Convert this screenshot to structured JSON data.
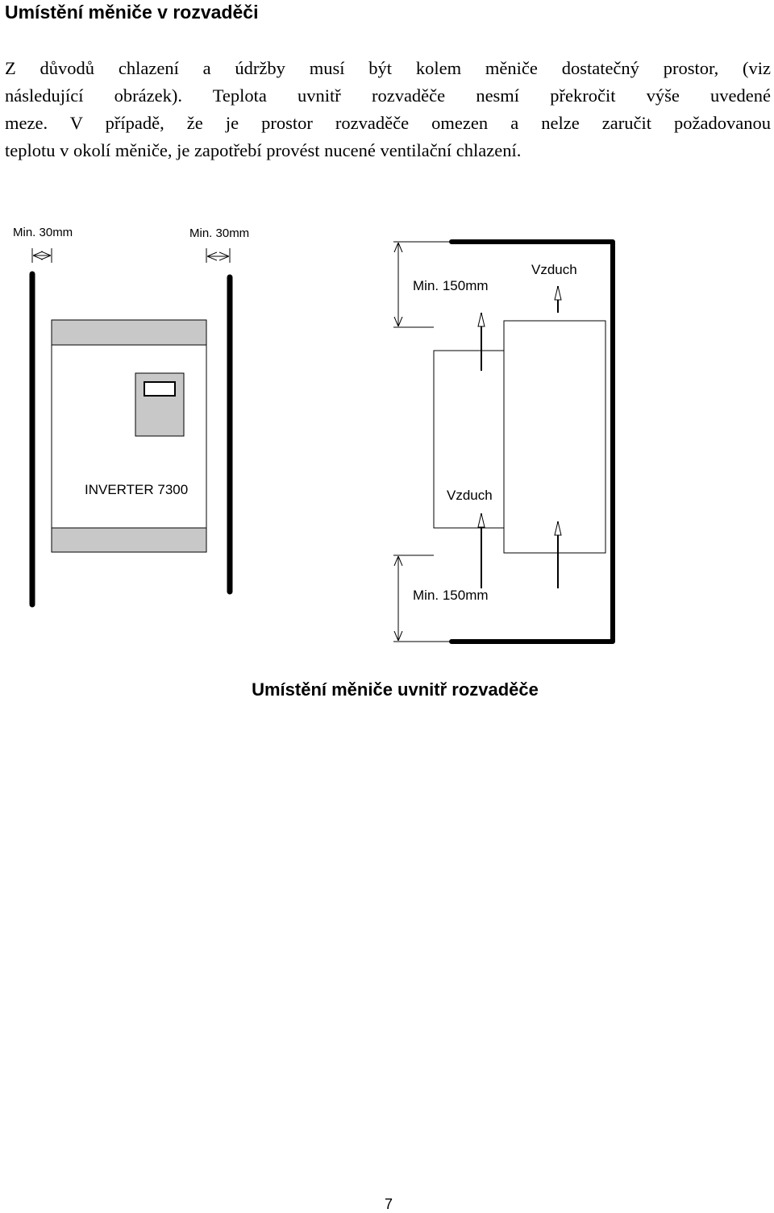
{
  "page": {
    "heading": "Umístění měniče v rozvaděči",
    "paragraph_lines": [
      "Z důvodů chlazení a údržby musí být kolem měniče dostatečný prostor, (viz",
      "následující obrázek). Teplota uvnitř rozvaděče nesmí překročit výše uvedené",
      "meze. V případě, že je prostor rozvaděče omezen a nelze zaručit požadovanou",
      "teplotu v okolí měniče, je zapotřebí provést nucené ventilační chlazení."
    ],
    "page_number": "7"
  },
  "diagram": {
    "left_clearance_label": "Min. 30mm",
    "right_clearance_label": "Min. 30mm",
    "inverter_label": "INVERTER 7300",
    "top_clearance_label": "Min. 150mm",
    "bottom_clearance_label": "Min. 150mm",
    "air_top_label": "Vzduch",
    "air_middle_label": "Vzduch",
    "caption": "Umístění měniče uvnitř rozvaděče"
  }
}
